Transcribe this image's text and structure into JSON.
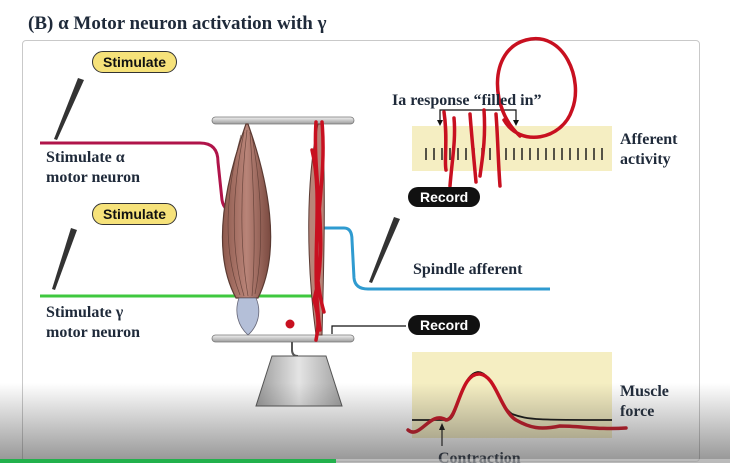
{
  "title": "(B)  α Motor neuron activation with γ",
  "labels": {
    "stimulate_top": "Stimulate",
    "stimulate_alpha": "Stimulate α\nmotor neuron",
    "stimulate_mid": "Stimulate",
    "stimulate_gamma": "Stimulate γ\nmotor neuron",
    "record_top": "Record",
    "record_bottom": "Record",
    "ia_response": "Ia response “filled in”",
    "afferent_activity": "Afferent\nactivity",
    "spindle_afferent": "Spindle afferent",
    "muscle_force": "Muscle\nforce",
    "contraction": "Contraction"
  },
  "colors": {
    "alpha_neuron": "#b0144a",
    "gamma_neuron": "#3fc83f",
    "spindle_afferent": "#2f9bd0",
    "annotation": "#c81020",
    "plot_bg": "#f5eec2"
  },
  "video_progress": 0.46
}
